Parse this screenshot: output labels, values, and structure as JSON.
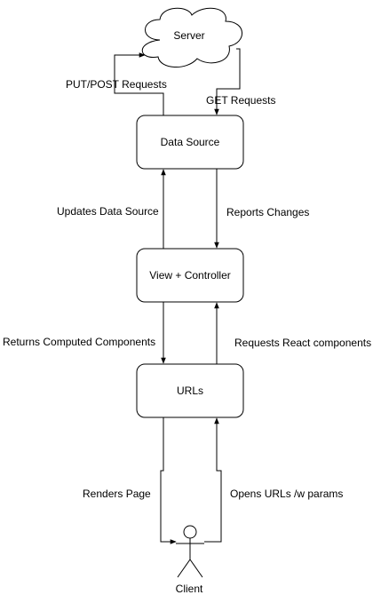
{
  "cloud": {
    "label": "Server",
    "icon": "cloud-icon"
  },
  "nodes": {
    "data_source": "Data Source",
    "view_controller": "View + Controller",
    "urls": "URLs"
  },
  "actor": {
    "label": "Client",
    "icon": "stick-figure-icon"
  },
  "edges": {
    "put_post": "PUT/POST Requests",
    "get": "GET Requests",
    "updates_ds": "Updates Data Source",
    "reports_changes": "Reports Changes",
    "returns_components": "Returns Computed Components",
    "requests_components": "Requests React components",
    "renders_page": "Renders Page",
    "opens_urls": "Opens URLs /w params"
  },
  "colors": {
    "stroke": "#000000",
    "fill": "#ffffff",
    "text": "#000000"
  }
}
